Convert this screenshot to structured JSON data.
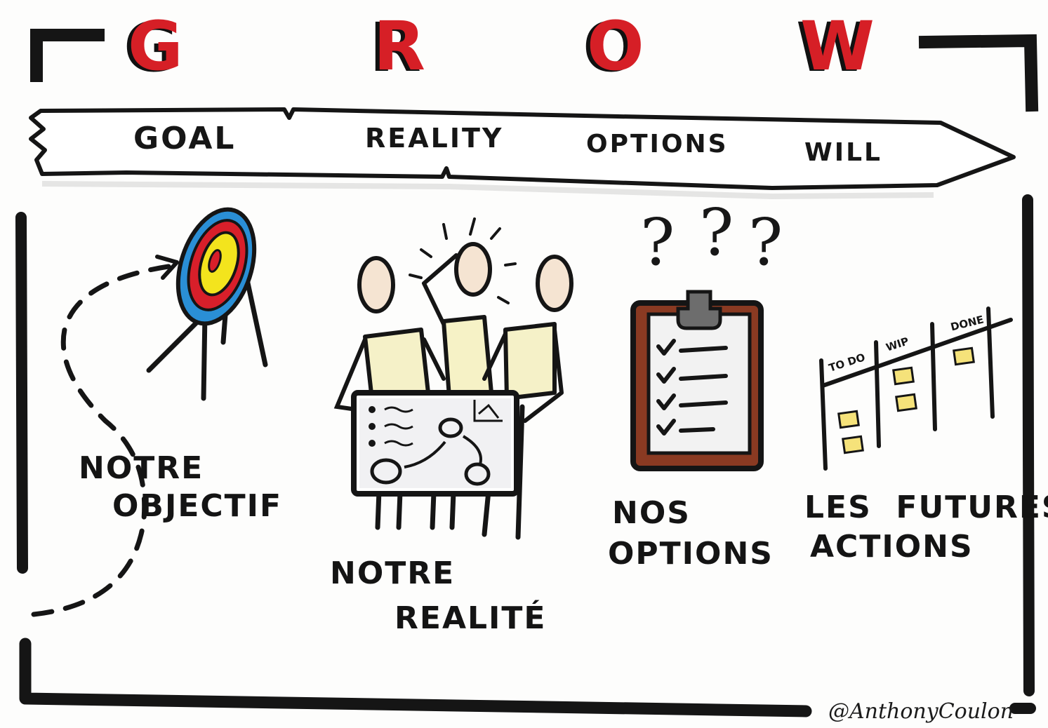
{
  "title_letters": [
    "G",
    "R",
    "O",
    "W"
  ],
  "arrow_labels": [
    "GOAL",
    "REALITY",
    "OPTIONS",
    "WILL"
  ],
  "captions": {
    "goal": [
      "NOTRE",
      "OBJECTIF"
    ],
    "reality": [
      "NOTRE",
      "REALITÉ"
    ],
    "options": [
      "NOS",
      "OPTIONS"
    ],
    "will": [
      "LES  FUTURES",
      "ACTIONS"
    ]
  },
  "kanban_columns": [
    "TO DO",
    "WIP",
    "DONE"
  ],
  "question_marks": [
    "?",
    "?",
    "?"
  ],
  "signature": "@AnthonyCoulon",
  "colors": {
    "accent_red": "#d61f26",
    "ink": "#151515",
    "target_blue": "#2a8fd6",
    "target_red": "#d81f2a",
    "target_yellow": "#f3e41d",
    "postit_yellow": "#f5e27a",
    "clipboard_brown": "#8a3a22",
    "clipboard_grey": "#6d6d6d"
  },
  "icons": [
    "target-icon",
    "team-board-icon",
    "clipboard-checklist-icon",
    "kanban-board-icon"
  ]
}
